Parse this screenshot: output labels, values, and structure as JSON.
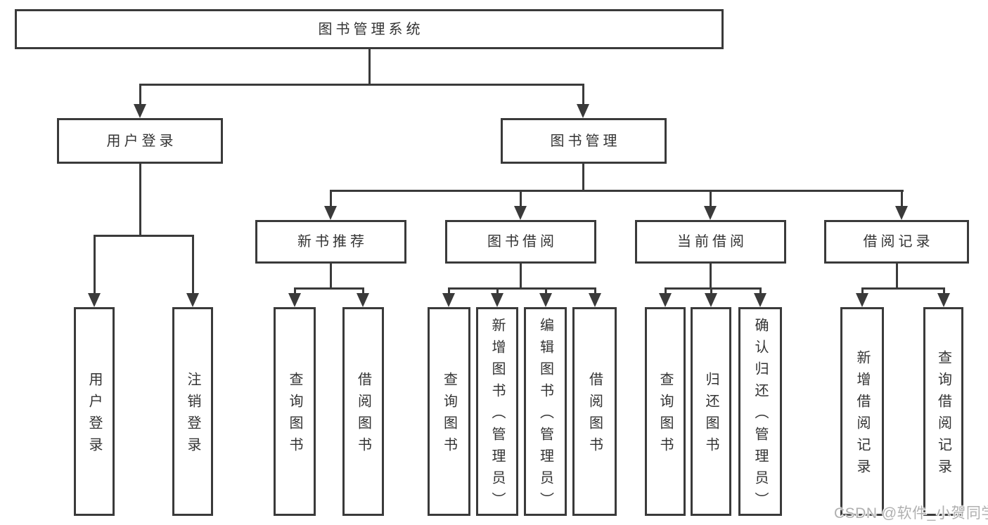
{
  "colors": {
    "line": "#3a3a3a",
    "text": "#333333",
    "box_background": "#ffffff",
    "page_background": "#ffffff",
    "watermark_text": "#b0b0b0"
  },
  "diagram": {
    "root": {
      "label": "图书管理系统"
    },
    "branches": [
      {
        "label": "用户登录",
        "leaves": [
          {
            "label": "用户登录"
          },
          {
            "label": "注销登录"
          }
        ]
      },
      {
        "label": "图书管理",
        "groups": [
          {
            "label": "新书推荐",
            "leaves": [
              {
                "label": "查询图书"
              },
              {
                "label": "借阅图书"
              }
            ]
          },
          {
            "label": "图书借阅",
            "leaves": [
              {
                "label": "查询图书"
              },
              {
                "label": "新增图书（管理员）"
              },
              {
                "label": "编辑图书（管理员）"
              },
              {
                "label": "借阅图书"
              }
            ]
          },
          {
            "label": "当前借阅",
            "leaves": [
              {
                "label": "查询图书"
              },
              {
                "label": "归还图书"
              },
              {
                "label": "确认归还（管理员）"
              }
            ]
          },
          {
            "label": "借阅记录",
            "leaves": [
              {
                "label": "新增借阅记录"
              },
              {
                "label": "查询借阅记录"
              }
            ]
          }
        ]
      }
    ]
  },
  "watermark": {
    "text": "CSDN @软件_小贺同学"
  }
}
